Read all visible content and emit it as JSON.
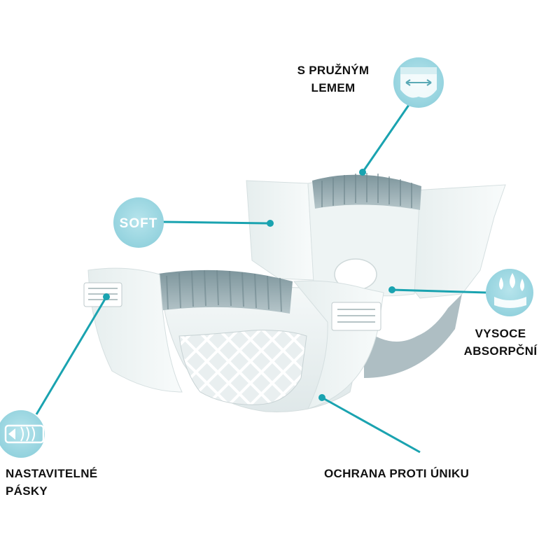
{
  "labels": {
    "elastic_waist": {
      "line1": "S PRUŽNÝM",
      "line2": "LEMEM"
    },
    "soft_badge": "SOFT",
    "absorbent": {
      "line1": "VYSOCE",
      "line2": "ABSORPČNÍ"
    },
    "adjustable_tabs": {
      "line1": "NASTAVITELNÉ",
      "line2": "PÁSKY"
    },
    "leak_protection": "OCHRANA PROTI ÚNIKU"
  },
  "colors": {
    "accent": "#1aa3b0",
    "badge_fill": "#a8dde6",
    "pad_base": "#eef3f3",
    "waist_band": "#8fa6ad",
    "text": "#111111"
  },
  "icons": [
    "elastic-waist-icon",
    "soft-badge",
    "water-drops-icon",
    "adjustable-tab-icon"
  ]
}
